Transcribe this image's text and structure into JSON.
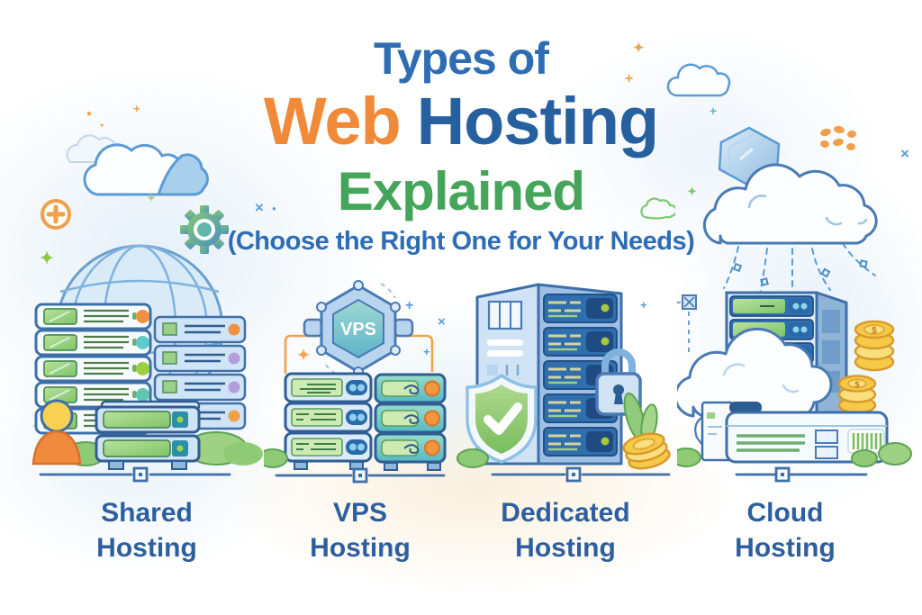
{
  "header": {
    "line1": "Types of",
    "line2_web": "Web",
    "line2_hosting": "Hosting",
    "line3": "Explained",
    "subtitle": "(Choose the Right One for Your Needs)"
  },
  "sections": [
    {
      "id": "shared",
      "label_line1": "Shared",
      "label_line2": "Hosting"
    },
    {
      "id": "vps",
      "label_line1": "VPS",
      "label_line2": "Hosting",
      "badge": "VPS"
    },
    {
      "id": "dedicated",
      "label_line1": "Dedicated",
      "label_line2": "Hosting"
    },
    {
      "id": "cloud",
      "label_line1": "Cloud",
      "label_line2": "Hosting"
    }
  ],
  "decor": {
    "coin_symbol": "$"
  },
  "colors": {
    "title_blue": "#2e6db4",
    "web_orange": "#f08a38",
    "hosting_blue": "#27609f",
    "explained_green": "#45a55b",
    "label_blue": "#2d5f9e",
    "outline_blue": "#3f6fa8",
    "accent_orange": "#f0913f",
    "screen_green": "#9fd488",
    "teal": "#5fc2bd",
    "coin_gold": "#f7c948"
  }
}
